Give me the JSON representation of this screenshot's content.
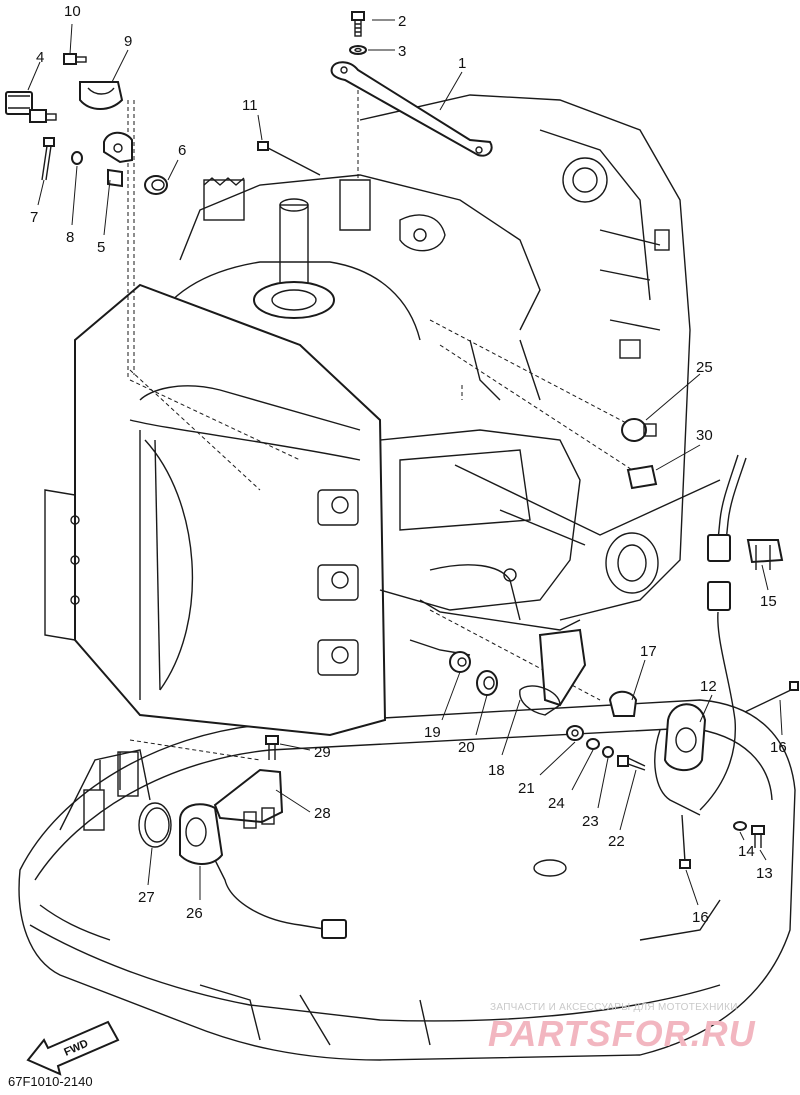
{
  "diagram": {
    "callouts": [
      {
        "id": "c1",
        "label": "1"
      },
      {
        "id": "c2",
        "label": "2"
      },
      {
        "id": "c3",
        "label": "3"
      },
      {
        "id": "c4",
        "label": "4"
      },
      {
        "id": "c5",
        "label": "5"
      },
      {
        "id": "c6",
        "label": "6"
      },
      {
        "id": "c7",
        "label": "7"
      },
      {
        "id": "c8",
        "label": "8"
      },
      {
        "id": "c9",
        "label": "9"
      },
      {
        "id": "c10",
        "label": "10"
      },
      {
        "id": "c11",
        "label": "11"
      },
      {
        "id": "c12",
        "label": "12"
      },
      {
        "id": "c13",
        "label": "13"
      },
      {
        "id": "c14",
        "label": "14"
      },
      {
        "id": "c15",
        "label": "15"
      },
      {
        "id": "c16a",
        "label": "16"
      },
      {
        "id": "c16b",
        "label": "16"
      },
      {
        "id": "c17",
        "label": "17"
      },
      {
        "id": "c18",
        "label": "18"
      },
      {
        "id": "c19",
        "label": "19"
      },
      {
        "id": "c20",
        "label": "20"
      },
      {
        "id": "c21",
        "label": "21"
      },
      {
        "id": "c22",
        "label": "22"
      },
      {
        "id": "c23",
        "label": "23"
      },
      {
        "id": "c24",
        "label": "24"
      },
      {
        "id": "c25",
        "label": "25"
      },
      {
        "id": "c26",
        "label": "26"
      },
      {
        "id": "c27",
        "label": "27"
      },
      {
        "id": "c28",
        "label": "28"
      },
      {
        "id": "c29",
        "label": "29"
      },
      {
        "id": "c30",
        "label": "30"
      }
    ],
    "direction_label": "FWD",
    "drawing_code": "67F1010-2140"
  },
  "watermark": {
    "tagline": "ЗАПЧАСТИ И АКСЕССУАРЫ ДЛЯ МОТОТЕХНИКИ",
    "brand": "PARTSFOR.RU"
  }
}
